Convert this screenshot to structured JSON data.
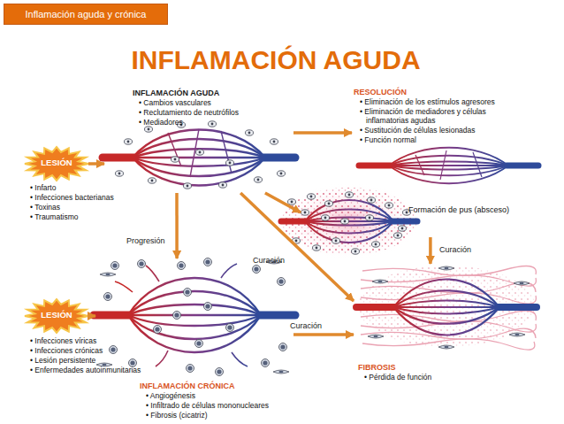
{
  "diagram": {
    "title": "INFLAMACIÓN AGUDA",
    "nodes": [
      {
        "text": [
          "Inflamación aguda y crónica"
        ]
      },
      {
        "text": [
          "LESIÓN",
          "• Infarto",
          "• Infecciones bacterianas",
          "• Toxinas",
          "• Traumatismo"
        ]
      },
      {
        "text": [
          "INFLAMACIÓN AGUDA",
          "• Cambios vasculares",
          "• Reclutamiento de neutrófilos",
          "• Mediadores"
        ]
      },
      {
        "text": [
          "RESOLUCIÓN",
          "• Eliminación de los estímulos agresores",
          "• Eliminación de mediadores y células inflamatorias agudas",
          "• Sustitución de células lesionadas",
          "• Función normal"
        ]
      },
      {
        "text": [
          "Formación de pus (absceso)"
        ]
      },
      {
        "text": [
          "LESIÓN",
          "• Infecciones víricas",
          "• Infecciones crónicas",
          "• Lesión persistente",
          "• Enfermedades autoinmunitarias"
        ]
      },
      {
        "text": [
          "INFLAMACIÓN CRÓNICA",
          "• Angiogénesis",
          "• Infiltrado de células mononucleares",
          "• Fibrosis (cicatriz)"
        ]
      },
      {
        "text": [
          "FIBROSIS",
          "• Pérdida de función"
        ]
      }
    ],
    "edges": [
      {
        "from": 1,
        "to": 2,
        "arrow": "to"
      },
      {
        "from": 2,
        "to": 3,
        "arrow": "to"
      },
      {
        "from": 2,
        "to": 4,
        "arrow": "to"
      },
      {
        "from": 4,
        "to": 7,
        "arrow": "to",
        "label": "Curación"
      },
      {
        "from": 2,
        "to": 6,
        "arrow": "to",
        "label": "Progresión"
      },
      {
        "from": 2,
        "to": 7,
        "arrow": "to",
        "label": "Curación"
      },
      {
        "from": 5,
        "to": 6,
        "arrow": "to"
      },
      {
        "from": 6,
        "to": 7,
        "arrow": "to",
        "label": "Curación"
      }
    ]
  }
}
